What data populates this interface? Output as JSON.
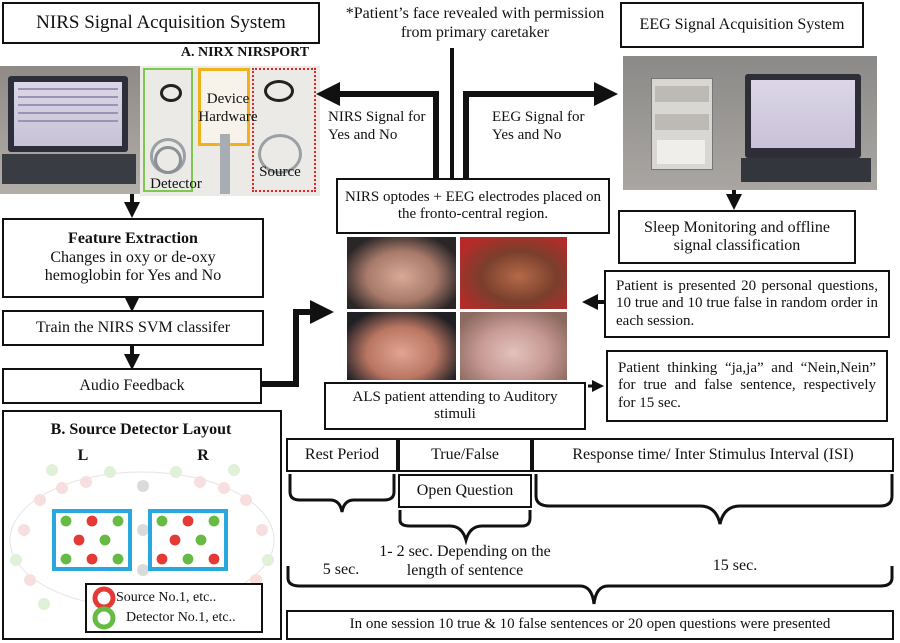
{
  "nirs_system": {
    "title": "NIRS Signal Acquisition System",
    "device_title": "A. NIRX NIRSPORT",
    "detector_label": "Detector",
    "device_hardware_label": "Device Hardware",
    "source_label": "Source"
  },
  "eeg_system": {
    "title": "EEG Signal Acquisition System",
    "sleep_box": "Sleep Monitoring and offline signal classification"
  },
  "center": {
    "note": "*Patient’s face revealed with permission from primary caretaker",
    "nirs_signal": "NIRS Signal for Yes and No",
    "eeg_signal": "EEG Signal for Yes and No",
    "placement_box": "NIRS optodes + EEG electrodes placed on the fronto-central region.",
    "als_box": "ALS patient attending to Auditory stimuli"
  },
  "pipeline": {
    "feature_title": "Feature Extraction",
    "feature_body": "Changes in oxy or de-oxy hemoglobin for Yes and No",
    "train": "Train the NIRS SVM classifer",
    "audio": "Audio Feedback"
  },
  "right": {
    "questions": "Patient is presented 20 personal questions, 10 true and 10 true false in random order in each session.",
    "thinking": "Patient thinking “ja,ja” and “Nein,Nein” for true and false sentence, respectively for 15 sec."
  },
  "layout_panel": {
    "title": "B. Source Detector Layout",
    "left": "L",
    "right": "R",
    "legend_source": "Source No.1, etc..",
    "legend_detector": "Detector No.1, etc..",
    "colors": {
      "source": "#e53935",
      "detector": "#66bb44",
      "box": "#29a8e0"
    }
  },
  "timeline": {
    "rest": "Rest Period",
    "truefalse": "True/False",
    "openq": "Open Question",
    "response": "Response time/ Inter Stimulus Interval (ISI)",
    "rest_dur": "5 sec.",
    "tf_dur": "1- 2 sec. Depending on the length of sentence",
    "resp_dur": "15 sec.",
    "session": "In one session 10 true & 10 false sentences or 20 open questions were presented"
  }
}
